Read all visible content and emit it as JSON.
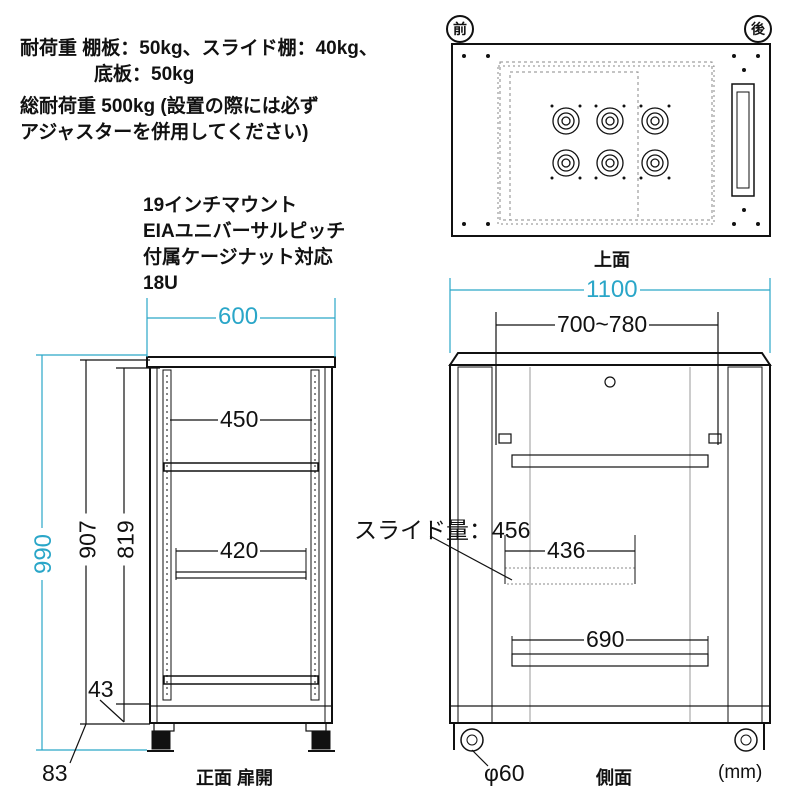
{
  "specs": {
    "line1": "耐荷重 棚板：50kg、スライド棚：40kg、",
    "line2": "底板：50kg",
    "line3": "総耐荷重 500kg (設置の際には必ず",
    "line4": "アジャスターを併用してください)"
  },
  "mount": {
    "line1": "19インチマウント",
    "line2": "EIAユニバーサルピッチ",
    "line3": "付属ケージナット対応",
    "line4": "18U"
  },
  "top_view": {
    "front_mark": "前",
    "back_mark": "後",
    "caption": "上面"
  },
  "front_view": {
    "width": "600",
    "height_total": "990",
    "height_body": "907",
    "height_inner": "819",
    "shelf_upper": "450",
    "shelf_lower": "420",
    "base_gap": "43",
    "caster_height": "83",
    "caption": "正面 扉開"
  },
  "side_view": {
    "depth": "1100",
    "rail_range": "700~780",
    "slide_label": "スライド量：456",
    "slide_shelf": "436",
    "base_shelf": "690",
    "caster_dia": "φ60",
    "caption": "側面"
  },
  "unit": "(mm)",
  "colors": {
    "dimension_accent": "#2aa6c8",
    "line": "#111111",
    "dashed": "#888888"
  }
}
